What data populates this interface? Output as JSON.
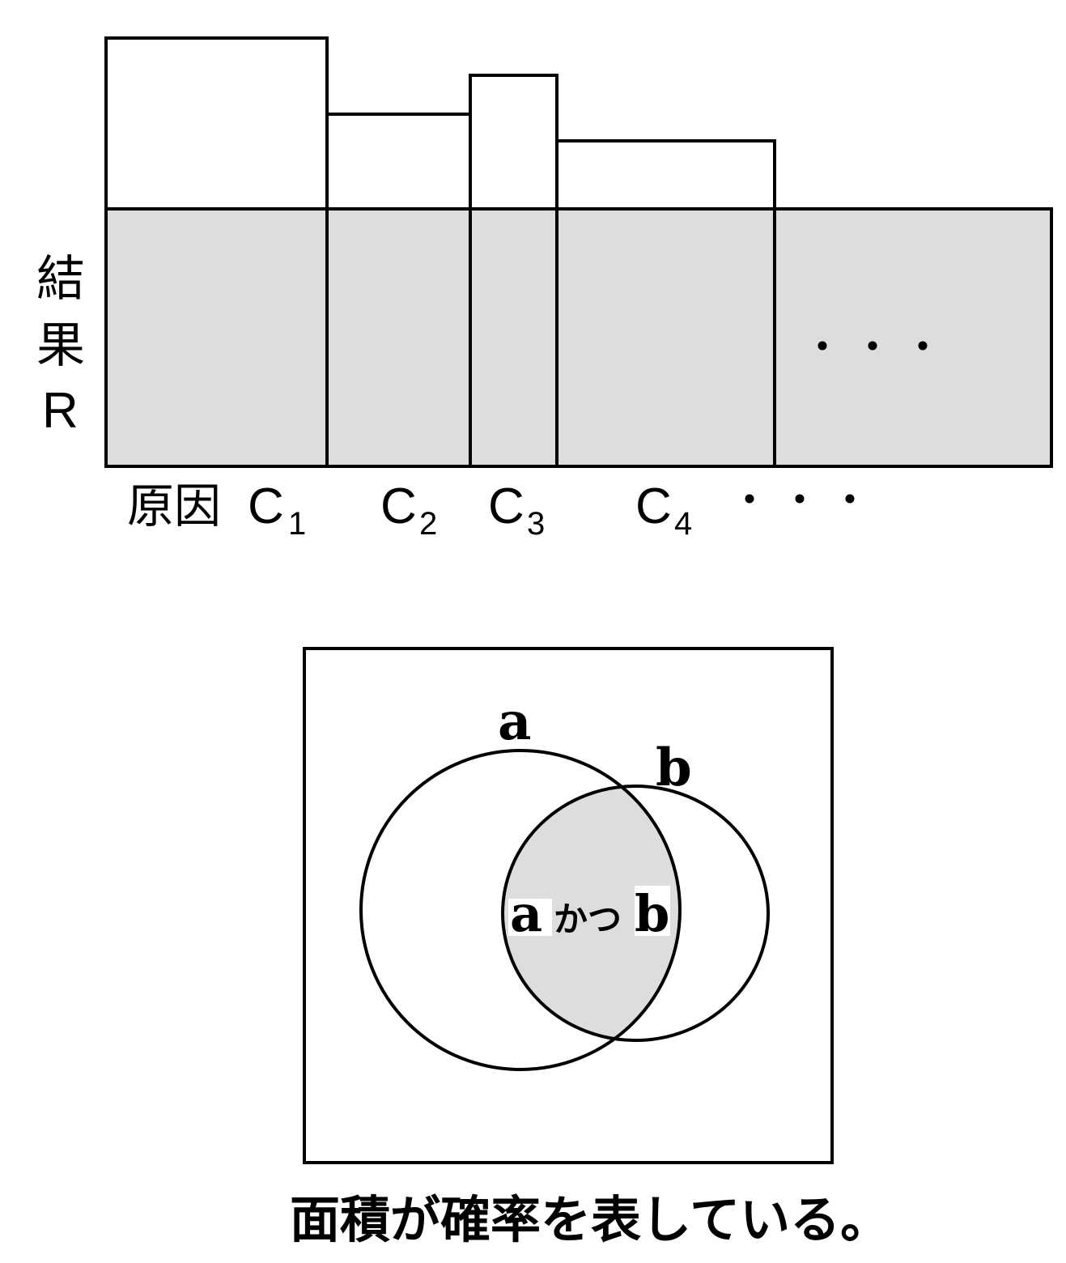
{
  "top_diagram": {
    "result_label_line1": "結",
    "result_label_line2": "果",
    "result_label_line3": "R",
    "cause_prefix": "原因",
    "causes": [
      {
        "letter": "C",
        "sub": "1"
      },
      {
        "letter": "C",
        "sub": "2"
      },
      {
        "letter": "C",
        "sub": "3"
      },
      {
        "letter": "C",
        "sub": "4"
      }
    ],
    "ellipsis": "・・・",
    "fill_color": "#dddddd",
    "line_color": "#000000"
  },
  "venn": {
    "set_a": "a",
    "set_b": "b",
    "intersection_a": "a",
    "intersection_conj": "かつ",
    "intersection_b": "b",
    "fill_color": "#dddddd"
  },
  "caption": "面積が確率を表している。"
}
